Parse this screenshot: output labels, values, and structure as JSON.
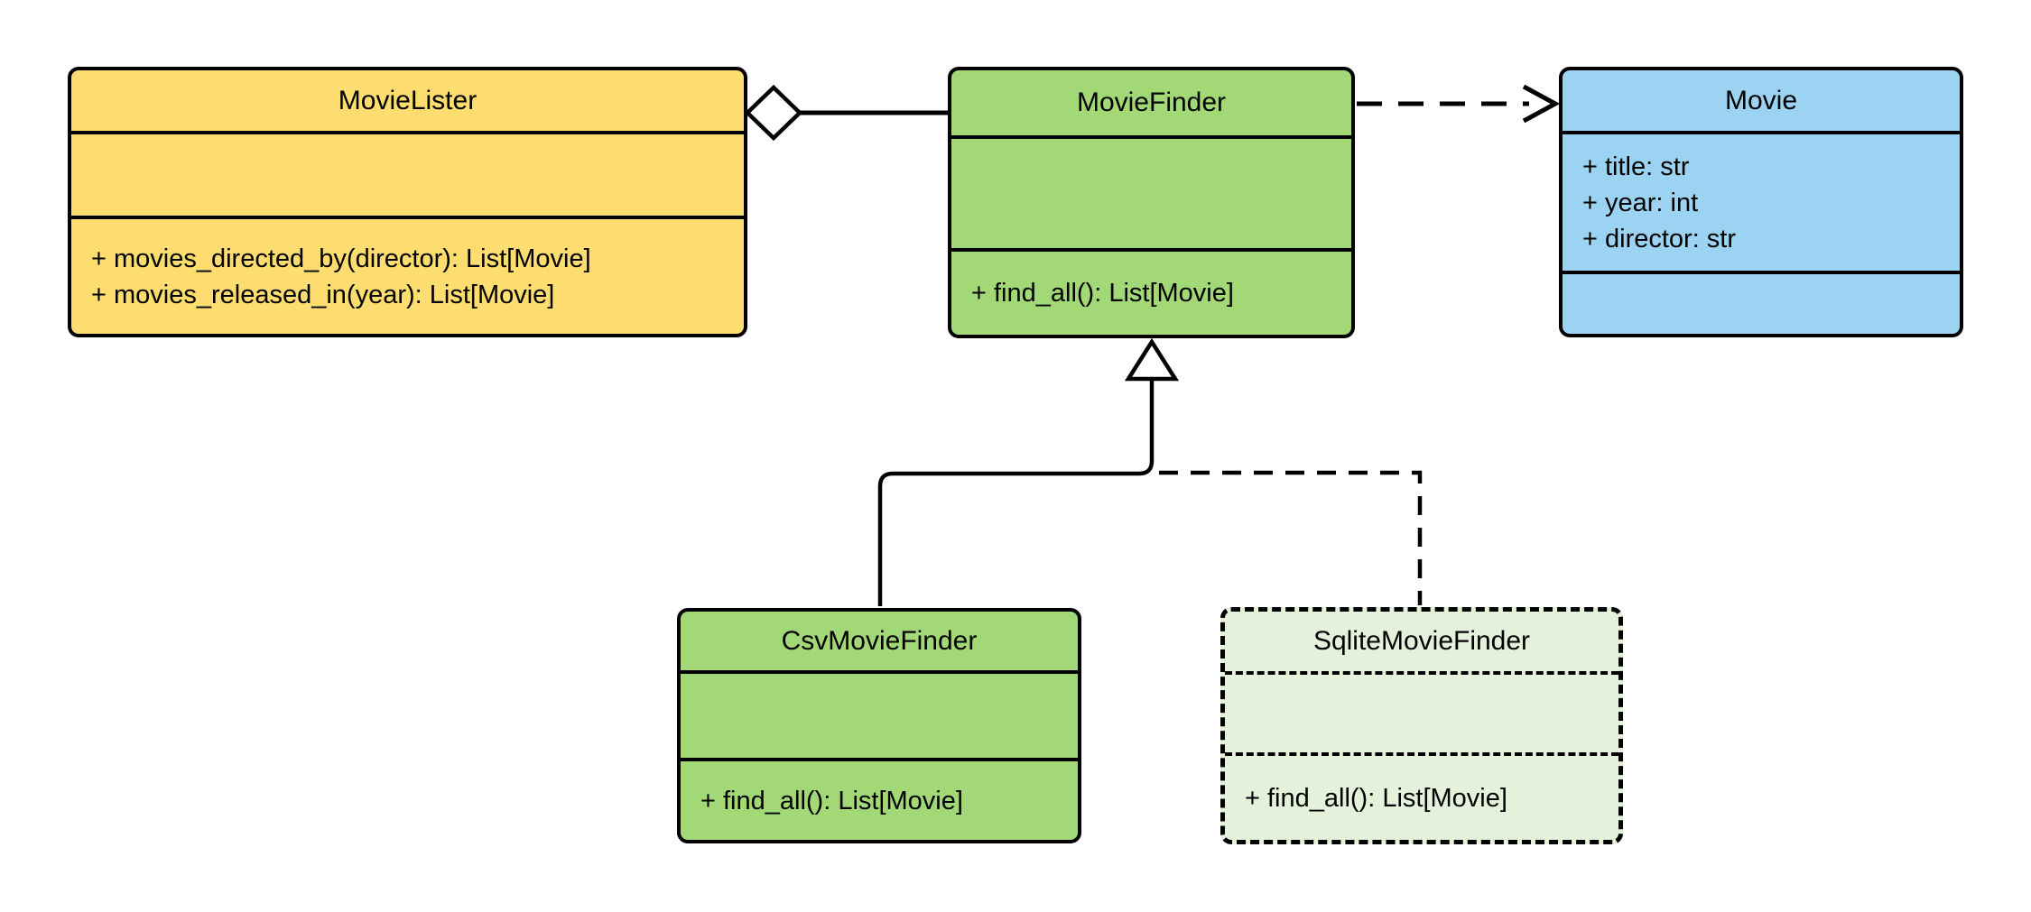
{
  "diagram": {
    "type": "uml-class-diagram",
    "background": "#ffffff",
    "colors": {
      "stroke": "#000000",
      "yellow_fill": "#FDDD70",
      "green_fill": "#A2D876",
      "blue_fill": "#9CD3F2",
      "pale_green_fill": "#E4F2DC"
    },
    "classes": [
      {
        "name": "MovieLister",
        "fill": "#FDDD70",
        "border": "solid",
        "attributes": [],
        "methods": [
          "+ movies_directed_by(director): List[Movie]",
          "+ movies_released_in(year): List[Movie]"
        ]
      },
      {
        "name": "MovieFinder",
        "fill": "#A2D876",
        "border": "solid",
        "attributes": [],
        "methods": [
          "+ find_all(): List[Movie]"
        ]
      },
      {
        "name": "Movie",
        "fill": "#9CD3F2",
        "border": "solid",
        "attributes": [
          "+ title: str",
          "+ year: int",
          "+ director: str"
        ],
        "methods": []
      },
      {
        "name": "CsvMovieFinder",
        "fill": "#A2D876",
        "border": "solid",
        "attributes": [],
        "methods": [
          "+ find_all(): List[Movie]"
        ]
      },
      {
        "name": "SqliteMovieFinder",
        "fill": "#E4F2DC",
        "border": "dashed",
        "attributes": [],
        "methods": [
          "+ find_all(): List[Movie]"
        ]
      }
    ],
    "relationships": [
      {
        "type": "aggregation",
        "from": "MovieLister",
        "to": "MovieFinder",
        "line": "solid",
        "marker": "hollow-diamond"
      },
      {
        "type": "dependency",
        "from": "MovieFinder",
        "to": "Movie",
        "line": "dashed",
        "marker": "open-arrow"
      },
      {
        "type": "generalization",
        "from": "CsvMovieFinder",
        "to": "MovieFinder",
        "line": "solid",
        "marker": "hollow-triangle"
      },
      {
        "type": "generalization",
        "from": "SqliteMovieFinder",
        "to": "MovieFinder",
        "line": "dashed",
        "marker": "hollow-triangle"
      }
    ]
  }
}
